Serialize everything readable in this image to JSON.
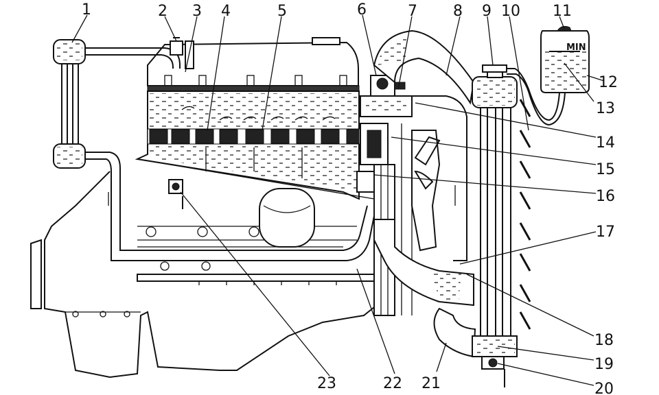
{
  "reservoir_label": "MIN",
  "callouts": [
    "1",
    "2",
    "3",
    "4",
    "5",
    "6",
    "7",
    "8",
    "9",
    "10",
    "11",
    "12",
    "13",
    "14",
    "15",
    "16",
    "17",
    "18",
    "19",
    "20",
    "21",
    "22",
    "23"
  ]
}
